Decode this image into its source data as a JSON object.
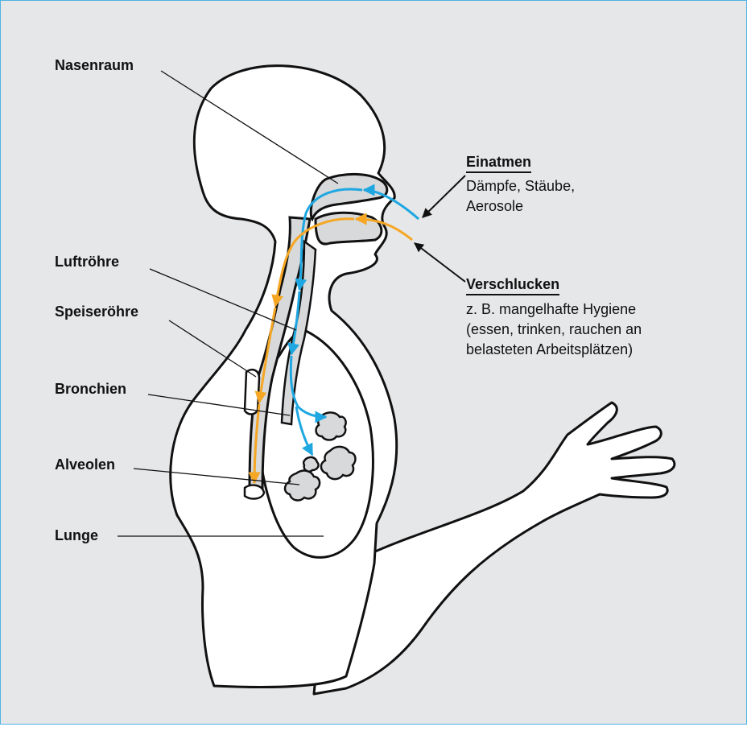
{
  "colors": {
    "background": "#e6e7e9",
    "frame_border": "#4fb3e3",
    "inhale_arrow": "#1ea7e1",
    "swallow_arrow": "#f5a623",
    "outline": "#111111",
    "body_fill": "#ffffff"
  },
  "labels": {
    "nasenraum": "Nasenraum",
    "luftroehre": "Luftröhre",
    "speiseroehre": "Speiseröhre",
    "bronchien": "Bronchien",
    "alveolen": "Alveolen",
    "lunge": "Lunge"
  },
  "einatmen": {
    "title": "Einatmen",
    "line1": "Dämpfe, Stäube,",
    "line2": "Aerosole"
  },
  "verschlucken": {
    "title": "Verschlucken",
    "line1": "z. B. mangelhafte Hygiene",
    "line2": "(essen, trinken, rauchen an",
    "line3": "belasteten Arbeitsplätzen)"
  }
}
